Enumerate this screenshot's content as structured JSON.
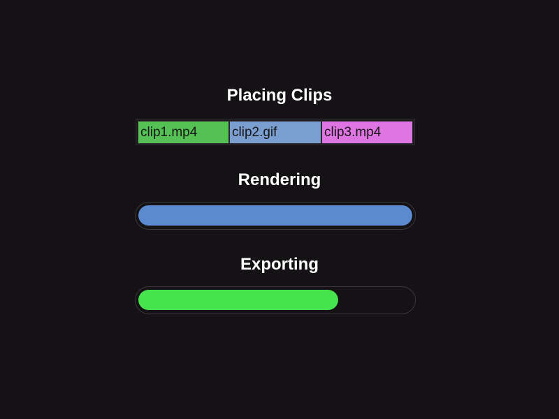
{
  "placing": {
    "title": "Placing Clips",
    "clips": [
      {
        "name": "clip1.mp4",
        "color": "#55c155"
      },
      {
        "name": "clip2.gif",
        "color": "#7a9ed0"
      },
      {
        "name": "clip3.mp4",
        "color": "#df75e3"
      }
    ]
  },
  "rendering": {
    "title": "Rendering",
    "progress": 1.0,
    "color": "#5b8ad0"
  },
  "exporting": {
    "title": "Exporting",
    "progress": 0.73,
    "color": "#46e34e"
  }
}
